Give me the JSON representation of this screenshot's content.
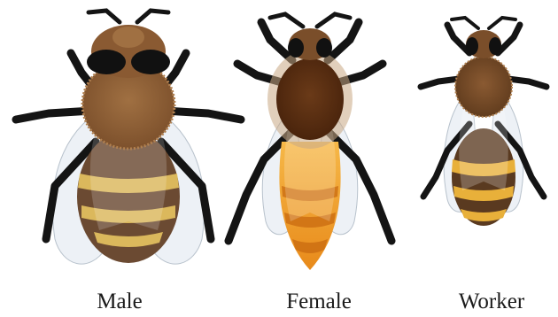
{
  "bees": [
    {
      "key": "male",
      "label": "Male"
    },
    {
      "key": "female",
      "label": "Female"
    },
    {
      "key": "worker",
      "label": "Worker"
    }
  ],
  "colors": {
    "leg": "#141414",
    "fuzz": "#8a5a32",
    "fuzz_light": "#b08050",
    "thorax_female": "#5a2e12",
    "abdomen_male_dark": "#6b4a32",
    "abdomen_male_band": "#e8c460",
    "abdomen_female": "#f2a030",
    "abdomen_female_band": "#c86a10",
    "abdomen_worker_dark": "#5a3a20",
    "abdomen_worker_band": "#e8b03a",
    "wing": "#dfe6ee",
    "eye": "#111111"
  }
}
